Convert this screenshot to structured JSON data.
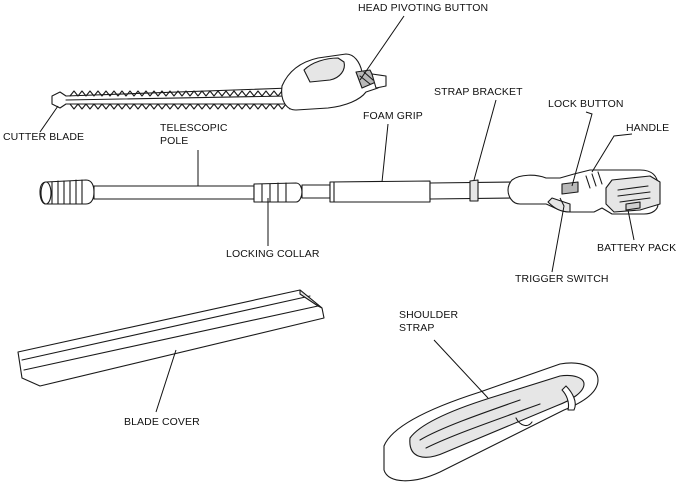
{
  "labels": {
    "head_pivoting_button": "HEAD PIVOTING BUTTON",
    "cutter_blade": "CUTTER BLADE",
    "telescopic_pole_line1": "TELESCOPIC",
    "telescopic_pole_line2": "POLE",
    "foam_grip": "FOAM GRIP",
    "strap_bracket": "STRAP BRACKET",
    "lock_button": "LOCK BUTTON",
    "handle": "HANDLE",
    "locking_collar": "LOCKING COLLAR",
    "battery_pack": "BATTERY PACK",
    "trigger_switch": "TRIGGER SWITCH",
    "shoulder_strap_line1": "SHOULDER",
    "shoulder_strap_line2": "STRAP",
    "blade_cover": "BLADE COVER"
  },
  "colors": {
    "ink": "#1a1a1a",
    "light_fill": "#e6e6e6",
    "mid_fill": "#cfcfcf",
    "dark_fill": "#b8b8b8"
  }
}
